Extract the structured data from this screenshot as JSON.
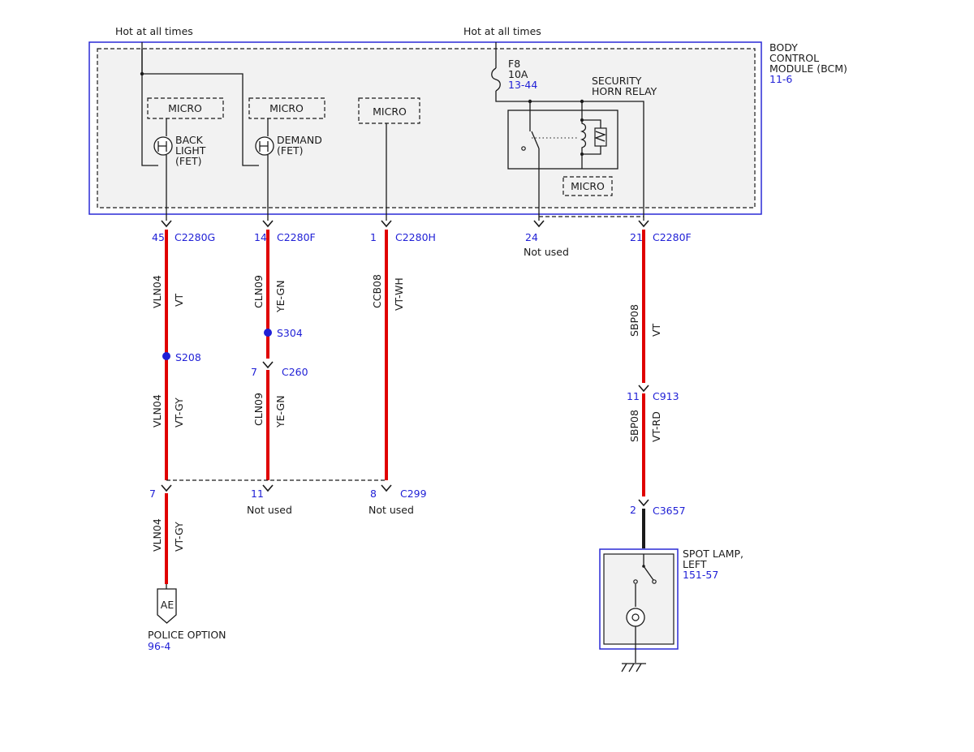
{
  "power": {
    "hot_left": "Hot at all times",
    "hot_right": "Hot at all times"
  },
  "bcm": {
    "title_line1": "BODY",
    "title_line2": "CONTROL",
    "title_line3": "MODULE (BCM)",
    "page_ref": "11-6",
    "fuse_name": "F8",
    "fuse_rating": "10A",
    "fuse_ref": "13-44",
    "relay_line1": "SECURITY",
    "relay_line2": "HORN RELAY",
    "micro": "MICRO",
    "backlight_line1": "BACK",
    "backlight_line2": "LIGHT",
    "backlight_line3": "(FET)",
    "demand_line1": "DEMAND",
    "demand_line2": "(FET)"
  },
  "circuits": {
    "c1": {
      "pin_top": "45",
      "connector_top": "C2280G",
      "circuit": "VLN04",
      "color_upper": "VT",
      "splice": "S208",
      "color_middle": "VT-GY",
      "pin_c299": "7",
      "color_lower": "VT-GY",
      "terminal_label": "AE",
      "dest_name": "POLICE OPTION",
      "dest_ref": "96-4"
    },
    "c2": {
      "pin_top": "14",
      "connector_top": "C2280F",
      "circuit": "CLN09",
      "color_upper": "YE-GN",
      "splice": "S304",
      "pin_c260": "7",
      "connector_c260": "C260",
      "color_lower": "YE-GN",
      "pin_c299": "11",
      "c299_status": "Not used"
    },
    "c3": {
      "pin_top": "1",
      "connector_top": "C2280H",
      "circuit": "CCB08",
      "color": "VT-WH",
      "pin_c299": "8",
      "connector_c299": "C299",
      "c299_status": "Not used"
    },
    "c4": {
      "pin_top": "24",
      "status": "Not used"
    },
    "c5": {
      "pin_top": "21",
      "connector_top": "C2280F",
      "circuit": "SBP08",
      "color_upper": "VT",
      "pin_c913": "11",
      "connector_c913": "C913",
      "color_lower": "VT-RD",
      "pin_c3657": "2",
      "connector_c3657": "C3657"
    }
  },
  "spot_lamp": {
    "line1": "SPOT LAMP,",
    "line2": "LEFT",
    "ref": "151-57"
  },
  "colors": {
    "wire": "#e00000",
    "reference_blue": "#1f1fd6",
    "module_border": "#2a2ad6",
    "module_fill": "#f2f2f2"
  }
}
